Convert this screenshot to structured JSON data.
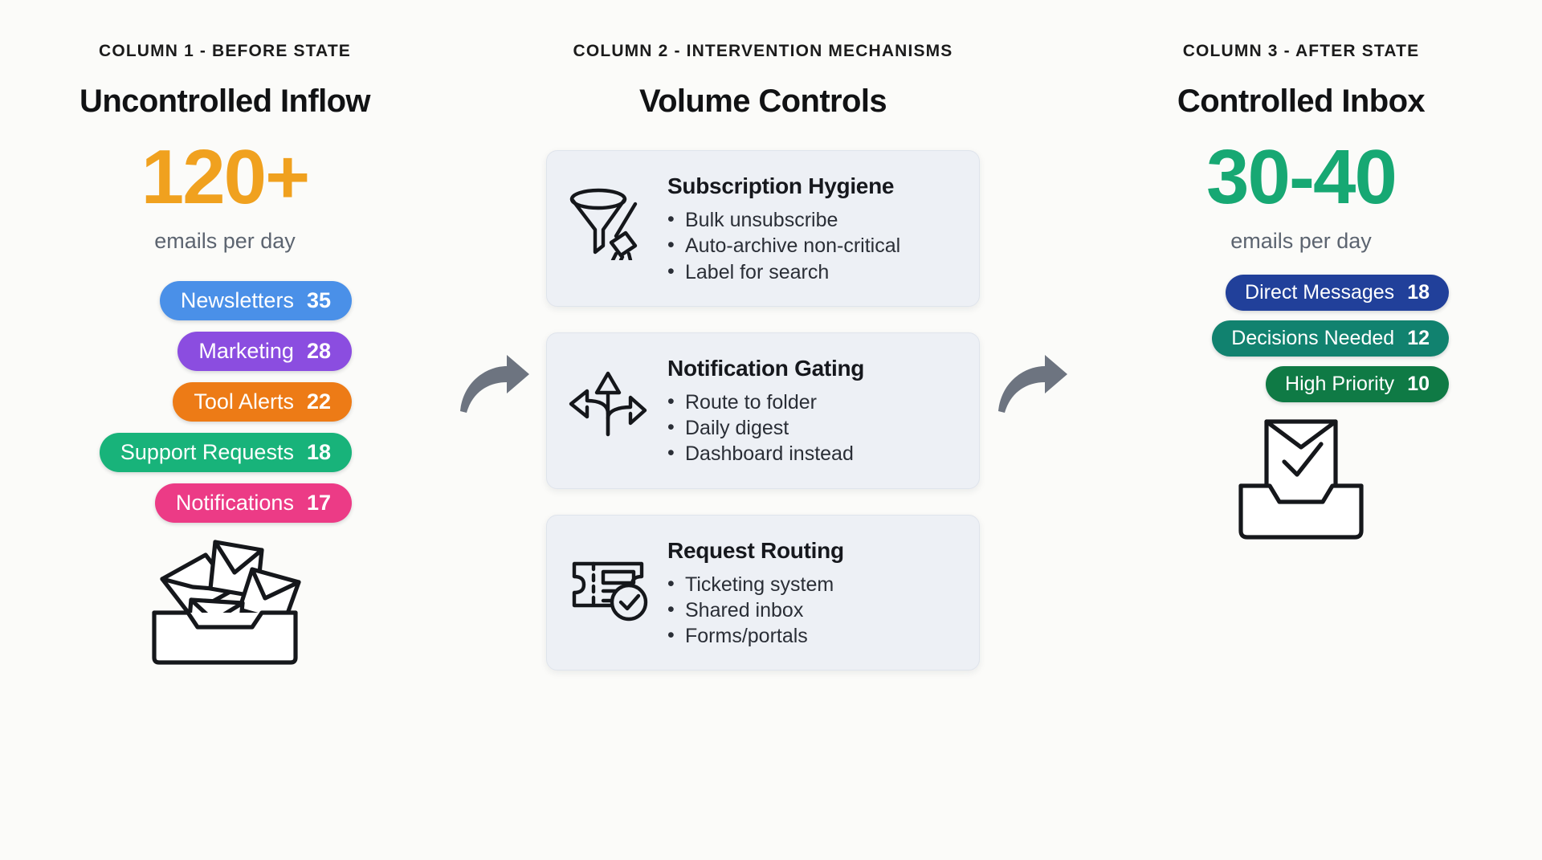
{
  "columns": {
    "left": {
      "kicker": "COLUMN 1 - BEFORE STATE",
      "title": "Uncontrolled Inflow",
      "metric": "120+",
      "metric_color": "#F0A11F",
      "metric_sublabel": "emails per day",
      "illustration": "messy-envelopes-inbox-icon",
      "pills": [
        {
          "label": "Newsletters",
          "value": "35",
          "color": "#4A90E8"
        },
        {
          "label": "Marketing",
          "value": "28",
          "color": "#8B4DE0"
        },
        {
          "label": "Tool Alerts",
          "value": "22",
          "color": "#ED7B16"
        },
        {
          "label": "Support Requests",
          "value": "18",
          "color": "#18B37A"
        },
        {
          "label": "Notifications",
          "value": "17",
          "color": "#EC3B86"
        }
      ]
    },
    "middle": {
      "kicker": "COLUMN 2 - INTERVENTION MECHANISMS",
      "title": "Volume Controls",
      "cards": [
        {
          "icon": "funnel-broom-icon",
          "title": "Subscription Hygiene",
          "bullets": [
            "Bulk unsubscribe",
            "Auto-archive non-critical",
            "Label for search"
          ]
        },
        {
          "icon": "branching-arrows-icon",
          "title": "Notification Gating",
          "bullets": [
            "Route to folder",
            "Daily digest",
            "Dashboard instead"
          ]
        },
        {
          "icon": "ticket-check-icon",
          "title": "Request Routing",
          "bullets": [
            "Ticketing system",
            "Shared inbox",
            "Forms/portals"
          ]
        }
      ]
    },
    "right": {
      "kicker": "COLUMN 3 - AFTER STATE",
      "title": "Controlled Inbox",
      "metric": "30-40",
      "metric_color": "#17A873",
      "metric_sublabel": "emails per day",
      "illustration": "inbox-tray-check-icon",
      "pills": [
        {
          "label": "Direct Messages",
          "value": "18",
          "color": "#21409A"
        },
        {
          "label": "Decisions Needed",
          "value": "12",
          "color": "#11826F"
        },
        {
          "label": "High Priority",
          "value": "10",
          "color": "#0F7A45"
        }
      ]
    }
  },
  "arrows": [
    {
      "name": "flow-arrow-left-to-middle",
      "color": "#6D7480"
    },
    {
      "name": "flow-arrow-middle-to-right",
      "color": "#6D7480"
    }
  ],
  "theme": {
    "background": "#FBFBF9",
    "card_background": "#EDF0F5",
    "card_border": "#DFE4EC",
    "text_primary": "#111214",
    "text_muted": "#5C6470"
  }
}
